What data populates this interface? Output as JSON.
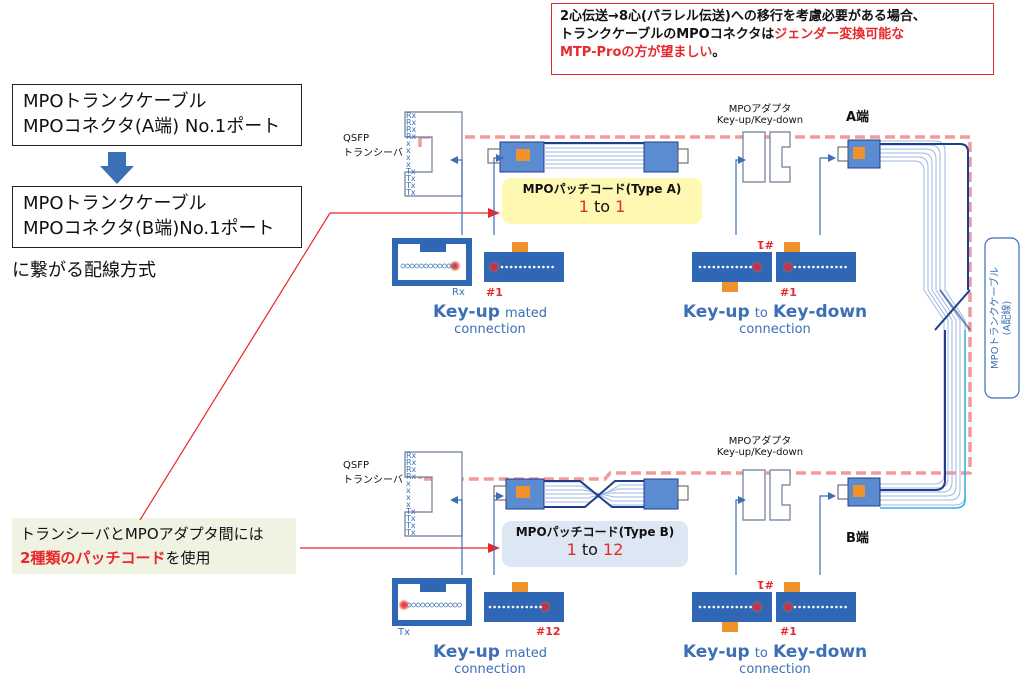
{
  "top_note": {
    "line1": "2心伝送→8心(パラレル伝送)への移行を考慮必要がある場合、",
    "line2a": "トランクケーブルのMPOコネクタは",
    "line2b": "ジェンダー変換可能な",
    "line3a": "MTP-Proの方が望ましい",
    "line3b": "。"
  },
  "left_box1": {
    "line1": "MPOトランクケーブル",
    "line2": "MPOコネクタ(A端) No.1ポート"
  },
  "left_box2": {
    "line1": "MPOトランクケーブル",
    "line2": "MPOコネクタ(B端)No.1ポート"
  },
  "left_caption": "に繋がる配線方式",
  "bottom_note": {
    "line1": "トランシーバとMPOアダプタ間には",
    "line2a": "2種類のパッチコード",
    "line2b": "を使用"
  },
  "top_section": {
    "qsfp_label": "QSFP",
    "transceiver_label": "トランシーバ",
    "adapter_label": "MPOアダプタ",
    "adapter_sub": "Key-up/Key-down",
    "end_label": "A端",
    "patch_title": "MPOパッチコード(Type A)",
    "patch_from": "1",
    "patch_to_word": "to",
    "patch_to": "1",
    "rx_label": "Rx",
    "num_a": "#1",
    "num_b": "#1",
    "num_c": "#1",
    "mated_key": "Key-up",
    "mated_small": "mated",
    "mated_conn": "connection",
    "kd_key1": "Key-up",
    "kd_to": "to",
    "kd_key2": "Key-down",
    "kd_conn": "connection"
  },
  "bottom_section": {
    "qsfp_label": "QSFP",
    "transceiver_label": "トランシーバ",
    "adapter_label": "MPOアダプタ",
    "adapter_sub": "Key-up/Key-down",
    "end_label": "B端",
    "patch_title": "MPOパッチコード(Type B)",
    "patch_from": "1",
    "patch_to_word": "to",
    "patch_to": "12",
    "tx_label": "Tx",
    "num_a": "#12",
    "num_b": "#1",
    "num_c": "#1",
    "mated_key": "Key-up",
    "mated_small": "mated",
    "mated_conn": "connection",
    "kd_key1": "Key-up",
    "kd_to": "to",
    "kd_key2": "Key-down",
    "kd_conn": "connection"
  },
  "trunk_label": "MPOトランクケーブル",
  "trunk_sub": "(A配線)",
  "qsfp_port_labels": [
    "Rx",
    "Rx",
    "Rx",
    "Rx",
    "x",
    "x",
    "x",
    "x",
    "Tx",
    "Tx",
    "Tx",
    "Tx"
  ],
  "colors": {
    "accent_red": "#e8282b",
    "blue": "#3b6fb6",
    "connector": "#5b8bd0",
    "dark_blue": "#1f3e8c",
    "orange": "#f0922b",
    "yellow": "#fff8b3",
    "light_blue": "#dde7f3",
    "light_green": "#eef3e2"
  }
}
